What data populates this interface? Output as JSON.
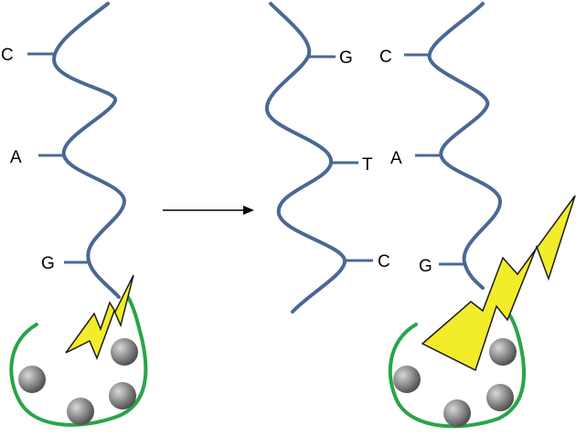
{
  "colors": {
    "strand": "#4a6896",
    "loop": "#2aa44a",
    "bolt_fill": "#f2ec2a",
    "bolt_stroke": "#1a1a1a",
    "ball": "#8a8a8a",
    "arrow": "#000000"
  },
  "left_strand": {
    "bases": [
      {
        "letter": "C"
      },
      {
        "letter": "A"
      },
      {
        "letter": "G"
      }
    ]
  },
  "middle_strand": {
    "bases": [
      {
        "letter": "G"
      },
      {
        "letter": "T"
      },
      {
        "letter": "C"
      }
    ]
  },
  "right_strand": {
    "bases": [
      {
        "letter": "C"
      },
      {
        "letter": "A"
      },
      {
        "letter": "G"
      }
    ]
  }
}
